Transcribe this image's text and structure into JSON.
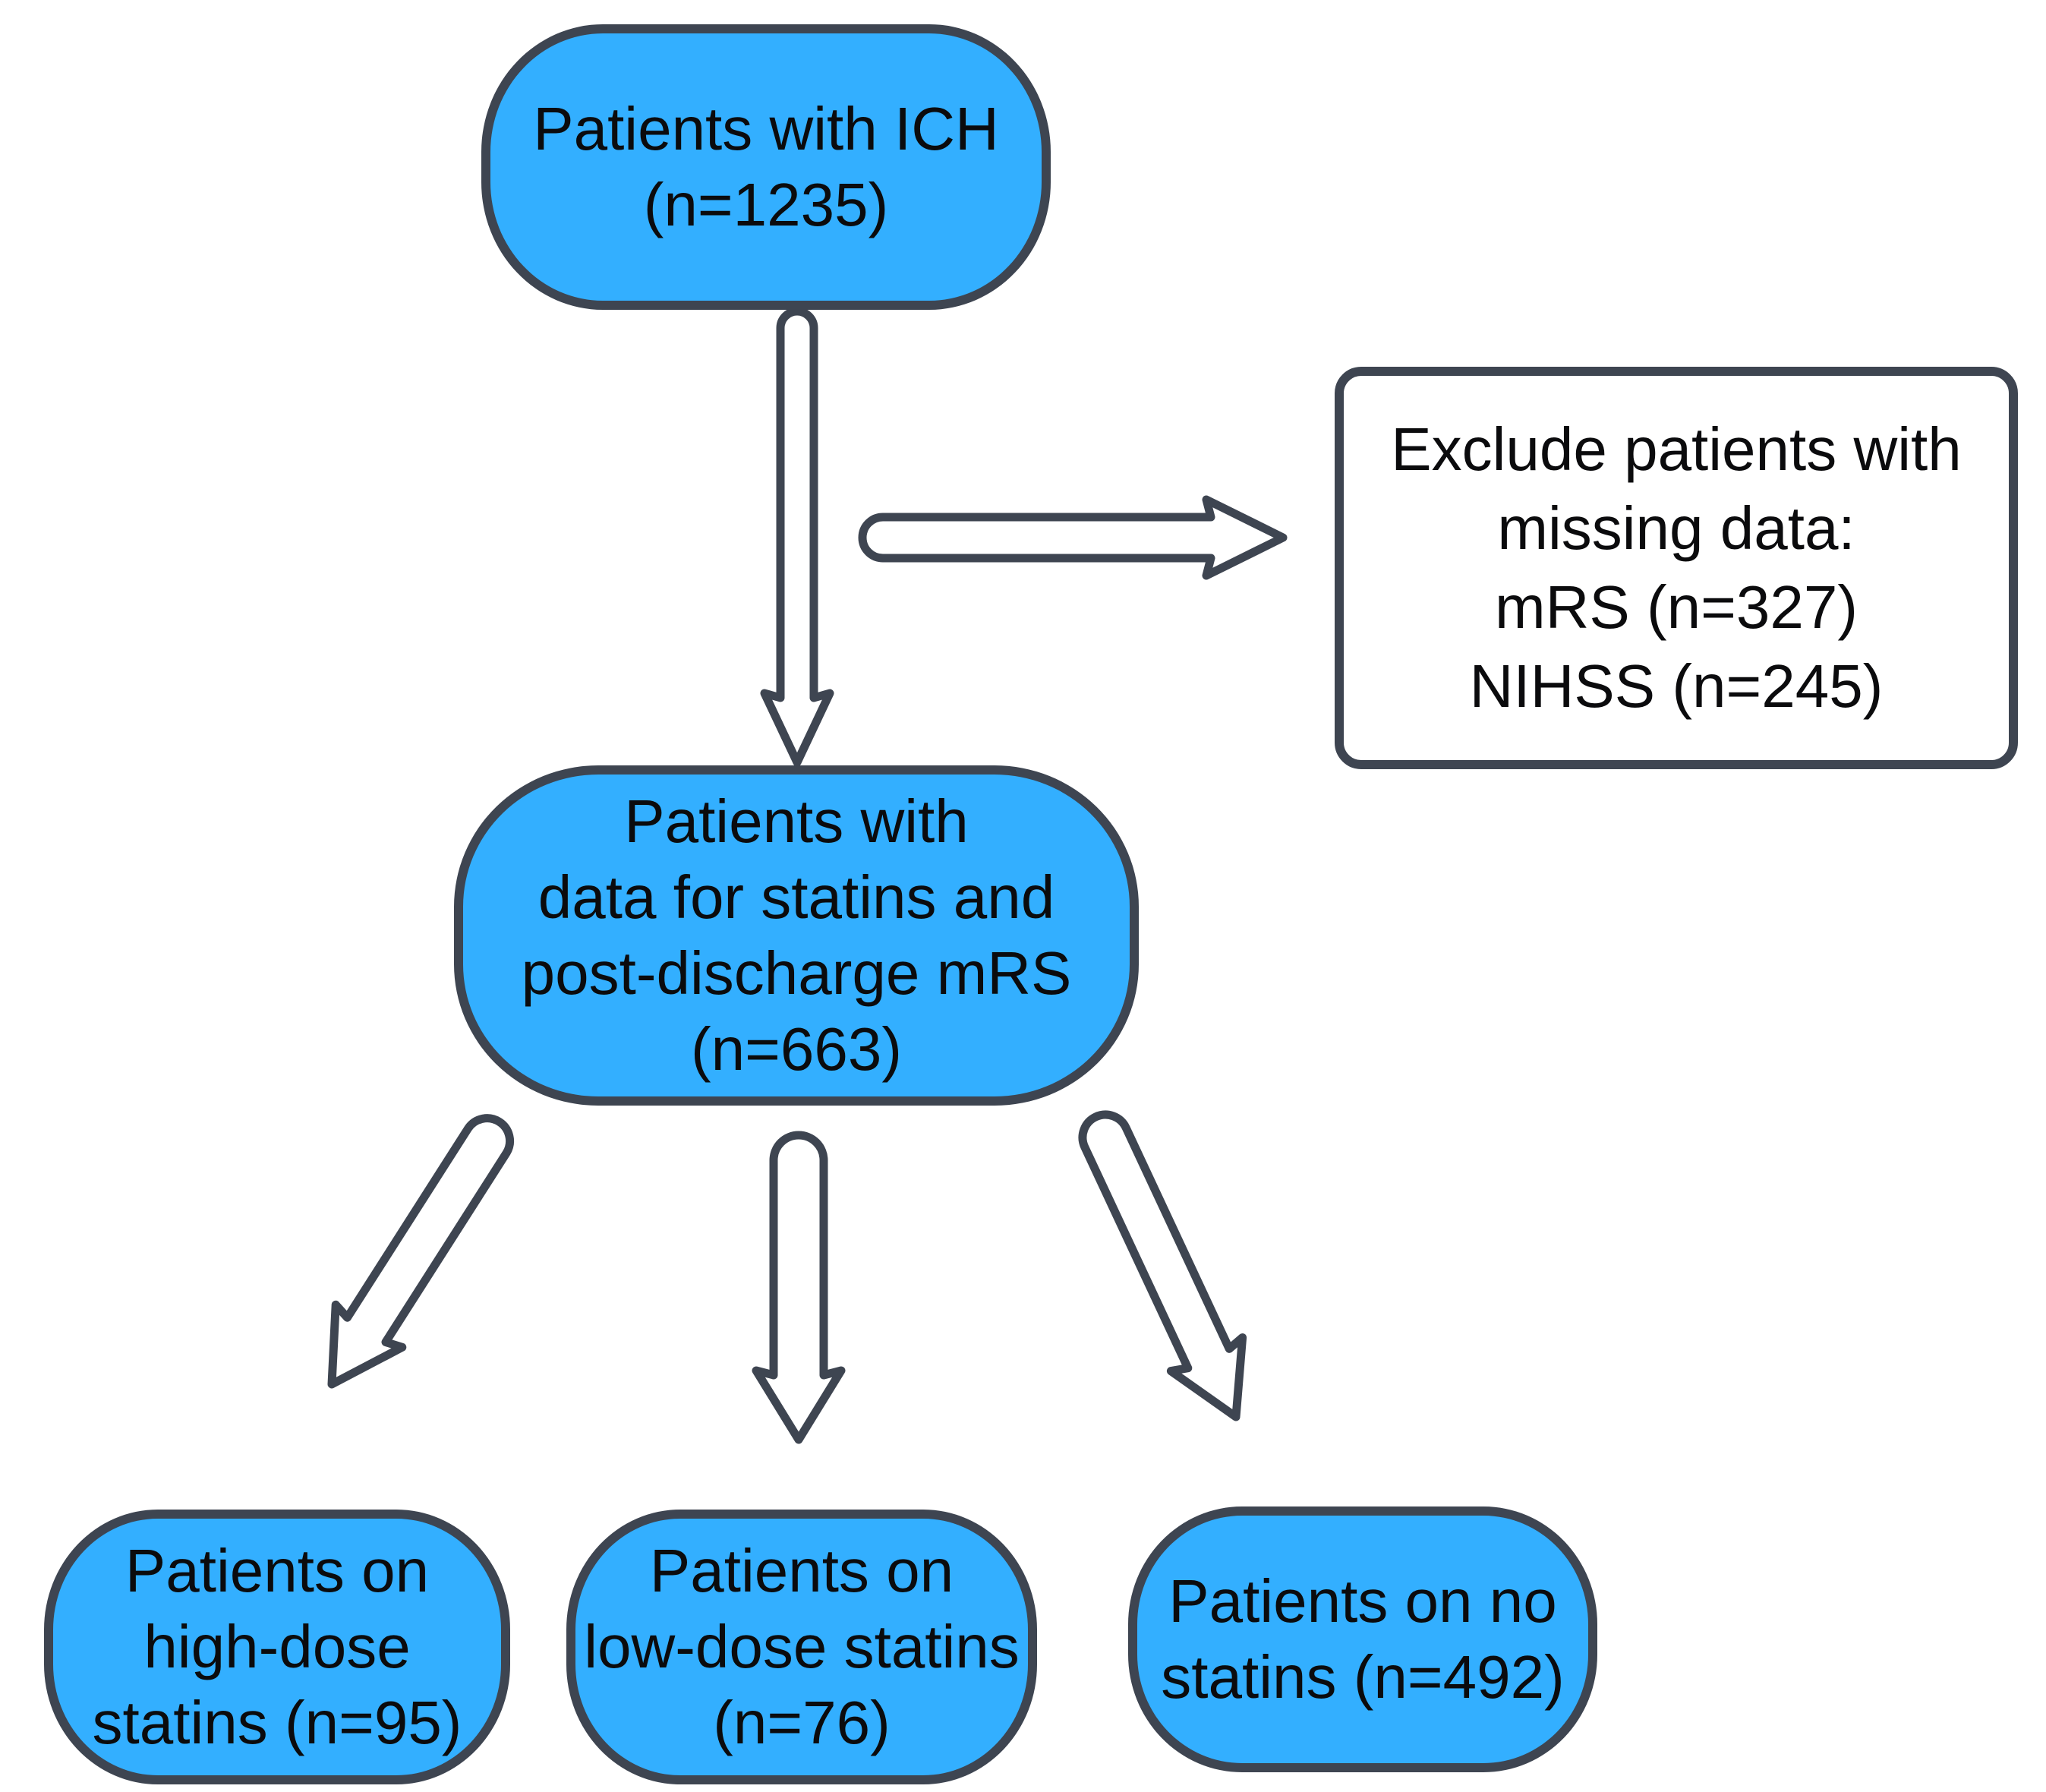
{
  "figure_type": "patient-flowchart",
  "colors": {
    "node_fill": "#33AFFF",
    "node_stroke": "#3E4551",
    "text": "#0b0b0d",
    "background": "#ffffff"
  },
  "nodes": {
    "ich": {
      "n": 1235,
      "lines": [
        "Patients with ICH",
        "(n=1235)"
      ]
    },
    "exclude": {
      "mrs_n": 327,
      "nihss_n": 245,
      "lines": [
        "Exclude patients with",
        "missing data:",
        "mRS (n=327)",
        "NIHSS (n=245)"
      ]
    },
    "statins_mrs": {
      "n": 663,
      "lines": [
        "Patients with",
        "data for statins and",
        "post-discharge mRS",
        "(n=663)"
      ]
    },
    "high_dose": {
      "n": 95,
      "lines": [
        "Patients on",
        "high-dose",
        "statins (n=95)"
      ]
    },
    "low_dose": {
      "n": 76,
      "lines": [
        "Patients on",
        "low-dose statins",
        "(n=76)"
      ]
    },
    "no_statins": {
      "n": 492,
      "lines": [
        "Patients on no",
        "statins (n=492)"
      ]
    }
  }
}
